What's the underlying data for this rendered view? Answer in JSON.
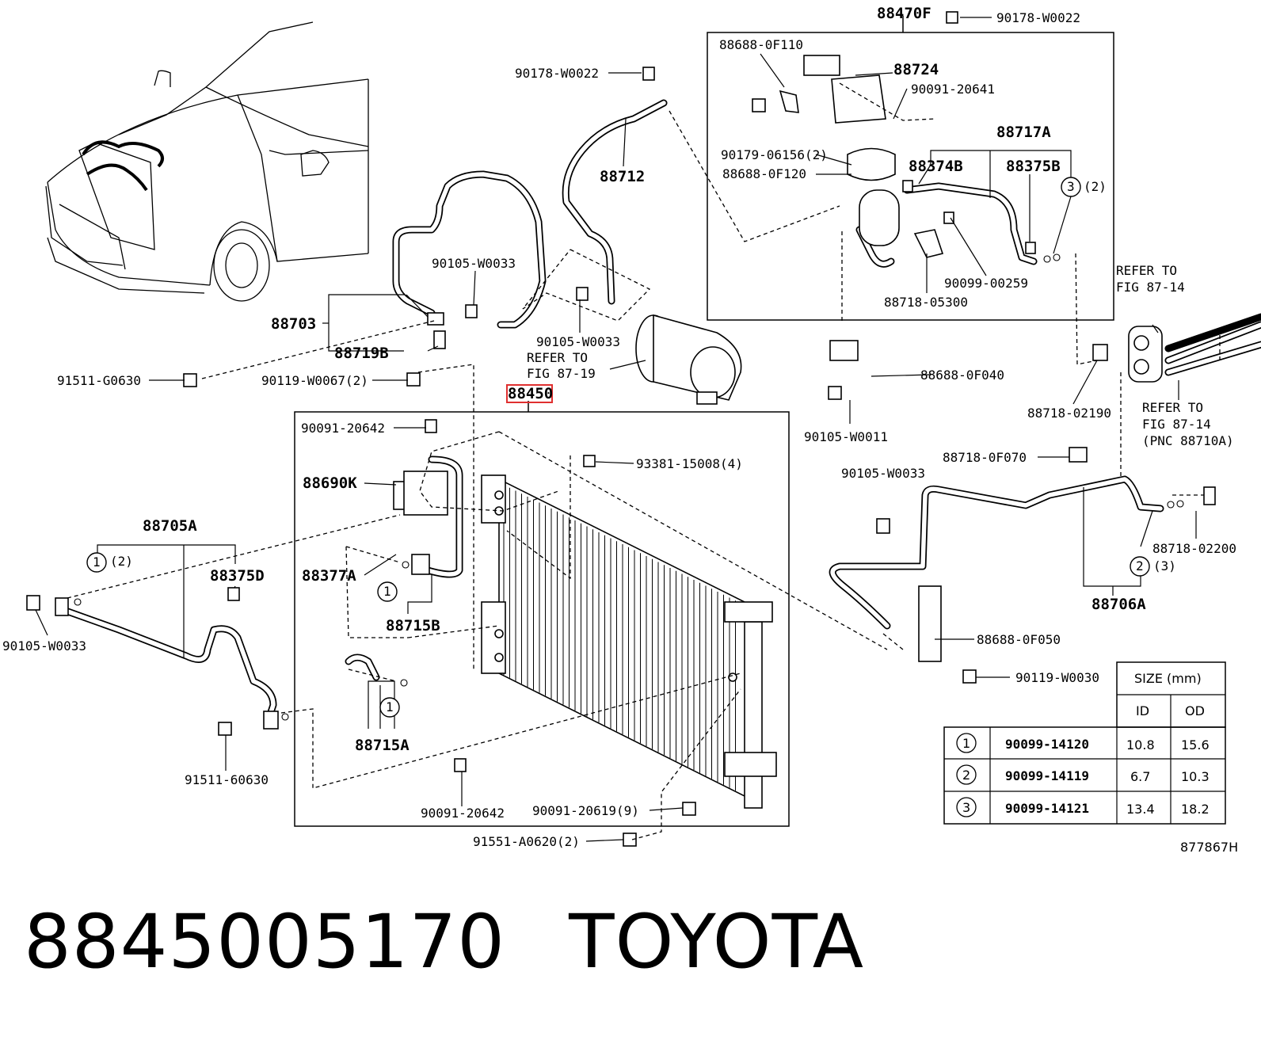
{
  "labels": {
    "p88470F": "88470F",
    "p90178a": "90178-W0022",
    "p90178b": "90178-W0022",
    "p88688_0F110": "88688-0F110",
    "p88724": "88724",
    "p90091_20641": "90091-20641",
    "p88717A": "88717A",
    "p90179": "90179-06156(2)",
    "p88688_0F120": "88688-0F120",
    "p88374B": "88374B",
    "p88375B": "88375B",
    "p90099_00259": "90099-00259",
    "p88718_05300": "88718-05300",
    "p88712": "88712",
    "p90105_W0033a": "90105-W0033",
    "p90105_W0033b": "90105-W0033",
    "p90105_W0033c": "90105-W0033",
    "p90105_W0033d": "90105-W0033",
    "p88703": "88703",
    "p88719B": "88719B",
    "p91511_G0630": "91511-G0630",
    "p90119_W0067": "90119-W0067(2)",
    "refer1a": "REFER TO",
    "refer1b": "FIG 87-19",
    "p88450": "88450",
    "refer2a": "REFER TO",
    "refer2b": "FIG 87-14",
    "refer3a": "REFER TO",
    "refer3b": "FIG 87-14",
    "refer3c": "(PNC 88710A)",
    "p88688_0F040": "88688-0F040",
    "p90105_W0011": "90105-W0011",
    "p88718_02190": "88718-02190",
    "p88718_0F070": "88718-0F070",
    "p88718_02200": "88718-02200",
    "p88706A": "88706A",
    "p88688_0F050": "88688-0F050",
    "p90119_W0030": "90119-W0030",
    "p90091_20642a": "90091-20642",
    "p90091_20642b": "90091-20642",
    "p88690K": "88690K",
    "p93381": "93381-15008(4)",
    "p88705A": "88705A",
    "p88375D": "88375D",
    "p88377A": "88377A",
    "p88715B": "88715B",
    "p88715A": "88715A",
    "p91511_60630": "91511-60630",
    "p90091_20619": "90091-20619(9)",
    "p91551": "91551-A0620(2)",
    "ref_code": "877867H",
    "c1a": "1",
    "c1b": "1",
    "c1c": "1",
    "c1d": "1",
    "c2a": "2",
    "c2b": "2",
    "c3a": "3",
    "c3b": "3",
    "q2": "(2)",
    "q2b": "(2)",
    "q3": "(3)"
  },
  "size_table": {
    "title": "SIZE (mm)",
    "col_id": "ID",
    "col_od": "OD",
    "rows": [
      {
        "mark": "1",
        "part": "90099-14120",
        "id": "10.8",
        "od": "15.6"
      },
      {
        "mark": "2",
        "part": "90099-14119",
        "id": "6.7",
        "od": "10.3"
      },
      {
        "mark": "3",
        "part": "90099-14121",
        "id": "13.4",
        "od": "18.2"
      }
    ]
  },
  "highlight_color": "#e03030",
  "footer": {
    "part_number": "8845005170",
    "brand": "TOYOTA"
  }
}
